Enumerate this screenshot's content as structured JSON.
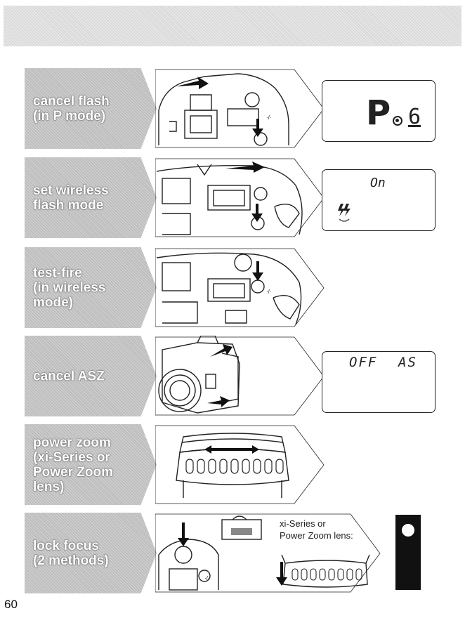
{
  "rows": [
    {
      "label": "cancel flash\n(in P mode)"
    },
    {
      "label": "set wireless\nflash mode"
    },
    {
      "label": "test-fire\n(in wireless mode)"
    },
    {
      "label": "cancel ASZ"
    },
    {
      "label": "power zoom\n(xi-Series or\nPower Zoom lens)"
    },
    {
      "label": "lock focus\n(2 methods)"
    }
  ],
  "lcd": {
    "row1_mode": "P",
    "row1_value": "6",
    "row2_on": "On",
    "row4_off": "OFF",
    "row4_as": "AS"
  },
  "camera_button_label": "·/·",
  "xi_note": "xi-Series or\nPower Zoom lens:",
  "page_number": "60",
  "colors": {
    "label_fill": "#bdbdbd",
    "header_fill": "#d9d9d9",
    "ink": "#222222"
  }
}
